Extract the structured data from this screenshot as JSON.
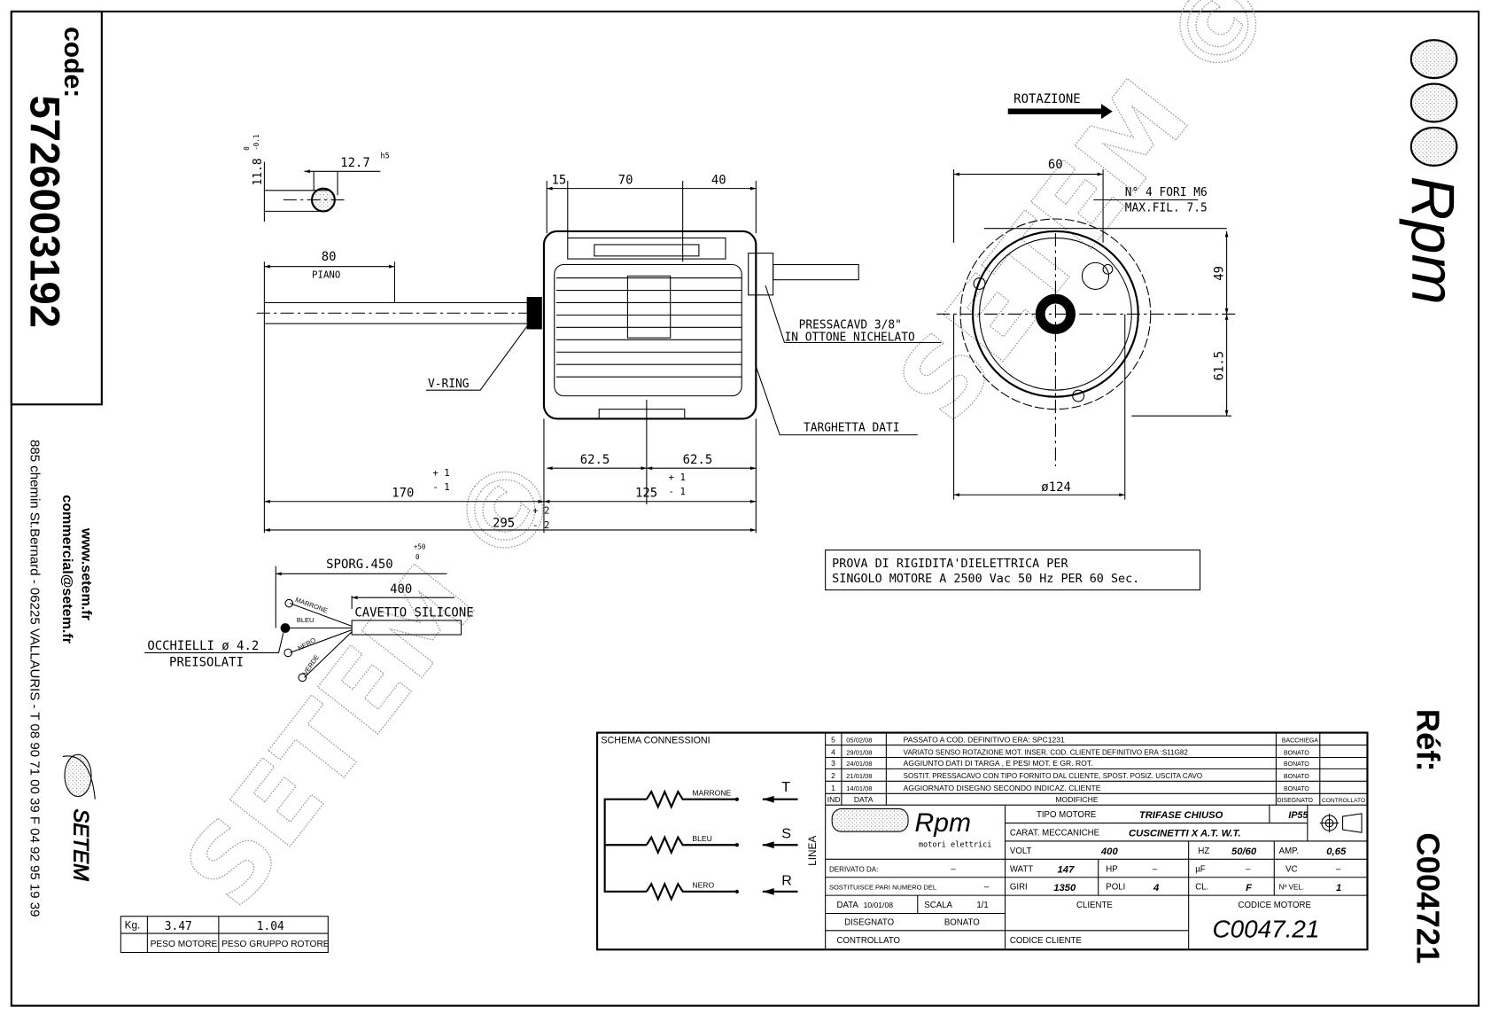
{
  "code_box": {
    "label": "code:",
    "number": "5726003192"
  },
  "contact": {
    "web": "www.setem.fr",
    "email": "commercial@setem.fr",
    "address": "885 chemin St.Bernard  -  06225 VALLAURIS  -  T 08 90 71 00 39   F 04 92 95 19 39",
    "logo_text": "SETEM"
  },
  "brand": {
    "logo_text": "Rpm",
    "subtitle": "motori elettrici"
  },
  "ref": {
    "label": "Réf:",
    "value": "C004721"
  },
  "watermark": "SETEM ©",
  "shaft_detail": {
    "dia": "12.7",
    "fit": "h5",
    "key": "11.8",
    "tol_top": "0",
    "tol_bottom": "-0.1"
  },
  "side_view": {
    "dim_15": "15",
    "dim_70": "70",
    "dim_40": "40",
    "dim_80": "80",
    "piano": "PIANO",
    "v_ring": "V-RING",
    "gland_1": "PRESSACAVD 3/8\"",
    "gland_2": "IN OTTONE NICHELATO",
    "plate": "TARGHETTA DATI",
    "dim_625a": "62.5",
    "dim_625b": "62.5",
    "dim_170": "170",
    "tol_170_p": "+ 1",
    "tol_170_m": "- 1",
    "dim_125": "125",
    "tol_125_p": "+ 1",
    "tol_125_m": "- 1",
    "dim_295": "295",
    "tol_295_p": "+ 2",
    "tol_295_m": "- 2"
  },
  "front_view": {
    "rotation": "ROTAZIONE",
    "dim_60": "60",
    "holes_1": "N° 4 FORI M6",
    "holes_2": "MAX.FIL. 7.5",
    "dim_49": "49",
    "dim_615": "61.5",
    "dim_124": "ø124"
  },
  "cable": {
    "sporg": "SPORG.450",
    "sporg_tol_p": "+50",
    "sporg_tol_m": "0",
    "len": "400",
    "type": "CAVETTO SILICONE",
    "eyelets_1": "OCCHIELLI  ø 4.2",
    "eyelets_2": "PREISOLATI",
    "wires": [
      "MARRONE",
      "BLEU",
      "NERO",
      "VERDE"
    ]
  },
  "test_note": {
    "line1": "PROVA DI RIGIDITA'DIELETTRICA PER",
    "line2": "SINGOLO MOTORE A 2500 Vac 50 Hz PER 60 Sec."
  },
  "weights": {
    "unit": "Kg.",
    "motor": "3.47",
    "rotor": "1.04",
    "motor_label": "PESO MOTORE",
    "rotor_label": "PESO GRUPPO ROTORE"
  },
  "schema": {
    "title": "SCHEMA CONNESSIONI",
    "line_label": "LINEA",
    "phases": [
      {
        "wire": "MARRONE",
        "phase": "T"
      },
      {
        "wire": "BLEU",
        "phase": "S"
      },
      {
        "wire": "NERO",
        "phase": "R"
      }
    ]
  },
  "revisions": {
    "headers": {
      "ind": "IND",
      "date": "DATA",
      "mod": "MODIFICHE",
      "drawn": "DISEGNATO",
      "checked": "CONTROLLATO"
    },
    "rows": [
      {
        "ind": "5",
        "date": "05/02/08",
        "mod": "PASSATO A COD. DEFINITIVO ERA: SPC1231",
        "drawn": "BACCHIEGA"
      },
      {
        "ind": "4",
        "date": "29/01/08",
        "mod": "VARIATO SENSO ROTAZIONE MOT. INSER. COD. CLIENTE DEFINITIVO ERA :S11G82",
        "drawn": "BONATO"
      },
      {
        "ind": "3",
        "date": "24/01/08",
        "mod": "AGGIUNTO DATI DI TARGA , E PESI MOT. E GR. ROT.",
        "drawn": "BONATO"
      },
      {
        "ind": "2",
        "date": "21/01/08",
        "mod": "SOSTIT. PRESSACAVO CON TIPO FORNITO DAL CLIENTE, SPOST. POSIZ. USCITA CAVO",
        "drawn": "BONATO"
      },
      {
        "ind": "1",
        "date": "14/01/08",
        "mod": "AGGIORNATO DISEGNO SECONDO INDICAZ. CLIENTE",
        "drawn": "BONATO"
      }
    ]
  },
  "title_block": {
    "motor_type_label": "TIPO MOTORE",
    "motor_type": "TRIFASE CHIUSO",
    "ip": "IP55",
    "mech_label": "CARAT. MECCANICHE",
    "mech": "CUSCINETTI X A.T. W.T.",
    "volt_label": "VOLT",
    "volt": "400",
    "hz_label": "HZ",
    "hz": "50/60",
    "amp_label": "AMP.",
    "amp": "0,65",
    "watt_label": "WATT",
    "watt": "147",
    "hp_label": "HP",
    "hp": "–",
    "uf_label": "µF",
    "uf": "–",
    "vc_label": "VC",
    "vc": "–",
    "giri_label": "GIRI",
    "giri": "1350",
    "poli_label": "POLI",
    "poli": "4",
    "cl_label": "CL.",
    "cl": "F",
    "vel_label": "Nº VEL.",
    "vel": "1",
    "derived_label": "DERIVATO DA:",
    "derived": "–",
    "replaces_label": "SOSTITUISCE PARI NUMERO DEL",
    "replaces": "–",
    "date_label": "DATA",
    "date": "10/01/08",
    "scale_label": "SCALA",
    "scale": "1/1",
    "drawn_label": "DISEGNATO",
    "drawn": "BONATO",
    "checked_label": "CONTROLLATO",
    "client_label": "CLIENTE",
    "client_code_label": "CODICE CLIENTE",
    "motor_code_label": "CODICE MOTORE",
    "motor_code": "C0047.21"
  }
}
